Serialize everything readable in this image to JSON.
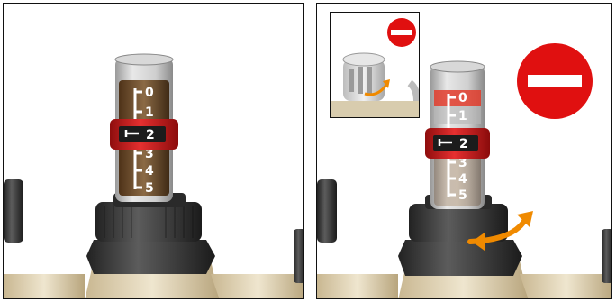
{
  "scale": {
    "left": [
      "0",
      "1",
      "2",
      "3",
      "4",
      "5"
    ],
    "right": [
      "0",
      "1",
      "2",
      "3",
      "4",
      "5"
    ],
    "left_selected": "2",
    "right_selected": "2"
  },
  "colors": {
    "collar_red": "#d62020",
    "no_entry_red": "#e01010",
    "arrow_orange": "#f08a00",
    "fluid_brown": "#6b4a2a"
  },
  "icons": {
    "left_panel": [
      "flow-meter-icon"
    ],
    "right_panel": [
      "no-entry-icon",
      "rotate-arrow-icon",
      "flow-meter-icon"
    ],
    "inset": [
      "no-entry-icon",
      "rotate-arrow-icon",
      "valve-cap-icon"
    ]
  }
}
